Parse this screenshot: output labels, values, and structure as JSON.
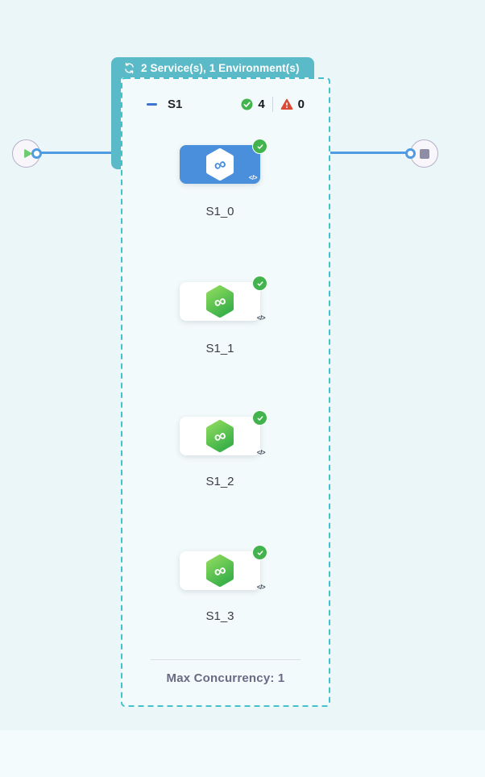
{
  "badge": {
    "label": "2 Service(s), 1 Environment(s)"
  },
  "group": {
    "name": "S1",
    "success_count": "4",
    "error_count": "0",
    "footer": "Max Concurrency: 1"
  },
  "nodes": [
    {
      "label": "S1_0",
      "selected": true,
      "status": "success"
    },
    {
      "label": "S1_1",
      "selected": false,
      "status": "success"
    },
    {
      "label": "S1_2",
      "selected": false,
      "status": "success"
    },
    {
      "label": "S1_3",
      "selected": false,
      "status": "success"
    }
  ],
  "icons": {
    "code": "</>",
    "infinity": "∞"
  },
  "colors": {
    "page_bg": "#ebf6f9",
    "badge_teal": "#5bbac7",
    "dashed_border": "#41c2cd",
    "selected_blue": "#4a8fdb",
    "success_green": "#43b34e",
    "error_red": "#dc4936",
    "edge_blue": "#4f9ce2"
  }
}
